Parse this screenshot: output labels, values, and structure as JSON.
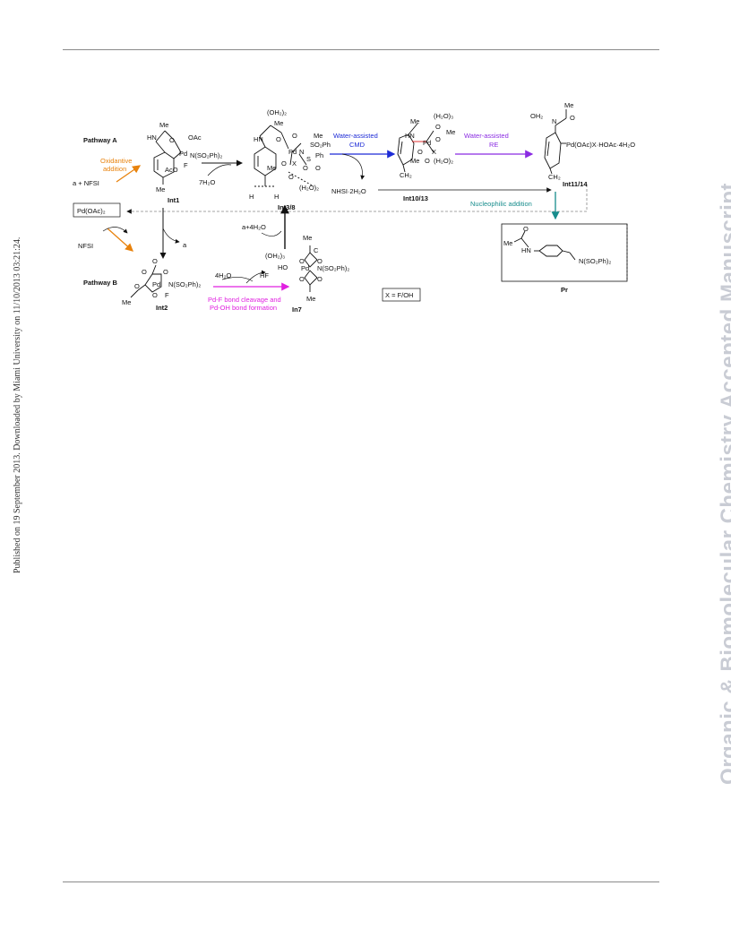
{
  "page": {
    "side_note": "Published on 19 September 2013. Downloaded by Miami University on 11/10/2013 03:21:24.",
    "watermark": "Organic & Biomolecular Chemistry Accepted Manuscript"
  },
  "scheme": {
    "pathway_a": "Pathway A",
    "pathway_b": "Pathway B",
    "oxidative_addition": [
      "Oxidantive",
      "addition"
    ],
    "a_nfsi": "a + NFSI",
    "nfsi": "NFSI",
    "a": "a",
    "pd_oac2": "Pd(OAc)₂",
    "seven_water": "7H₂O",
    "four_water": "4H₂O",
    "a_plus_4water": "a+4H₂O",
    "hf": "HF",
    "nhsi_water": "NHSI·2H₂O",
    "water_cmd": [
      "Water-assisted",
      "CMD"
    ],
    "water_re": [
      "Water-assisted",
      "RE"
    ],
    "nucleophilic_addition": "Nucleophilic addition",
    "pdf_cleavage": [
      "Pd-F bond cleavage and",
      "Pd-OH bond formation"
    ],
    "x_note": "X = F/OH",
    "int1": "Int1",
    "int2": "Int2",
    "int38": "Int3/8",
    "int1013": "Int10/13",
    "int1114": "Int11/14",
    "in7": "In7",
    "pr": "Pr",
    "int1114_formula": "Pd(OAc)X·HOAc·4H₂O",
    "atoms": {
      "me": "Me",
      "hn": "HN",
      "o": "O",
      "oac": "OAc",
      "aco": "AcO",
      "pd": "Pd",
      "f": "F",
      "nso2ph2": "N(SO₂Ph)₂",
      "so2ph": "SO₂Ph",
      "ph": "Ph",
      "s": "S",
      "n": "N",
      "x": "X",
      "oh2_2": "(OH₂)₂",
      "h2o_3": "(H₂O)₃",
      "h2o_2": "(H₂O)₂",
      "oh2_3": "(OH₂)₃",
      "ho": "HO",
      "h": "H",
      "oh2": "OH₂",
      "ch2": "CH₂",
      "c": "C"
    }
  },
  "colors": {
    "orange": "#e8820c",
    "blue": "#1d2bd6",
    "purple": "#8a2be2",
    "teal": "#168c8c",
    "magenta": "#e020e0",
    "black": "#111111"
  }
}
